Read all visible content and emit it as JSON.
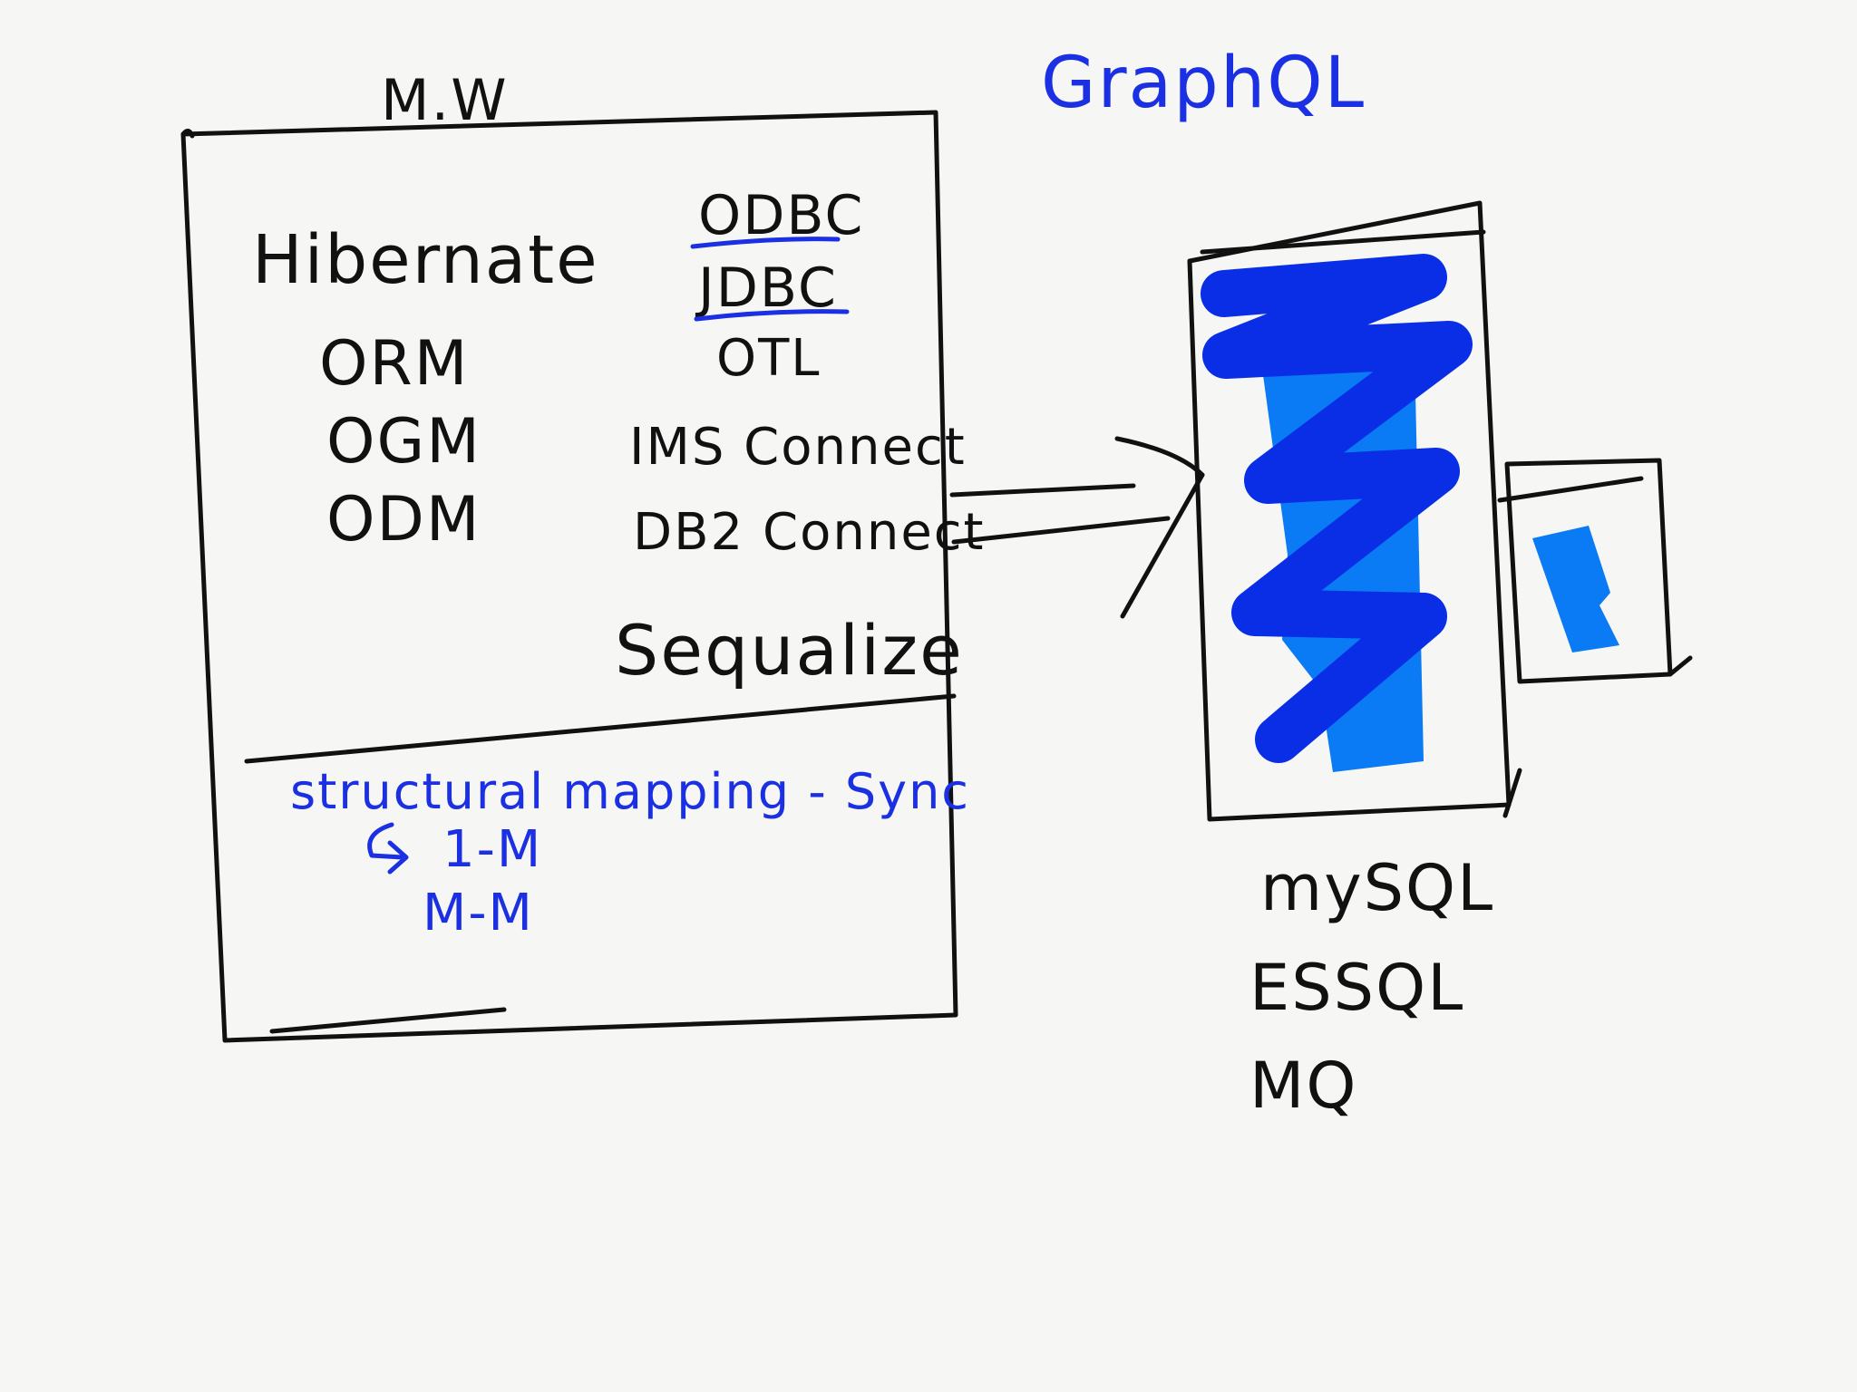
{
  "middleware_box": {
    "title": "M.W",
    "orm_items": [
      "Hibernate",
      "ORM",
      "OGM",
      "ODM"
    ],
    "connectors": [
      "ODBC",
      "JDBC",
      "OTL",
      "IMS Connect",
      "DB2 Connect",
      "Sequalize"
    ],
    "footer": {
      "main": "structural mapping - Sync",
      "relation_1": "1-M",
      "relation_2": "M-M"
    }
  },
  "top_label": "GraphQL",
  "databases": [
    "mySQL",
    "ESSQL",
    "MQ"
  ],
  "colors": {
    "ink": "#111111",
    "blue_text": "#1b2fe3",
    "dark_fill": "#0a2ee6",
    "light_fill": "#0a7af5"
  }
}
